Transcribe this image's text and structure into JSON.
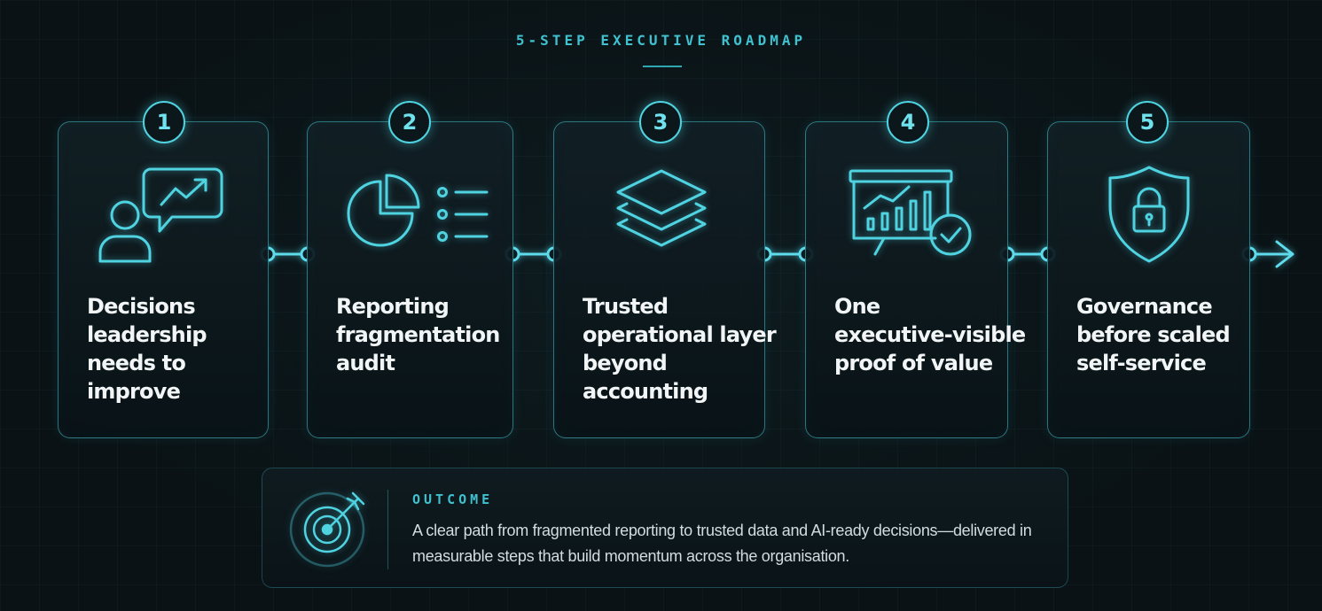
{
  "header": {
    "title": "5-STEP EXECUTIVE ROADMAP"
  },
  "steps": [
    {
      "number": "1",
      "icon": "person-chart-speech-icon",
      "lines": [
        "Decisions",
        "leadership",
        "needs to",
        "improve"
      ]
    },
    {
      "number": "2",
      "icon": "pie-chart-list-icon",
      "lines": [
        "Reporting",
        "fragmentation",
        "audit"
      ]
    },
    {
      "number": "3",
      "icon": "layers-icon",
      "lines": [
        "Trusted",
        "operational layer",
        "beyond",
        "accounting"
      ]
    },
    {
      "number": "4",
      "icon": "presentation-chart-check-icon",
      "lines": [
        "One",
        "executive-visible",
        "proof of value"
      ]
    },
    {
      "number": "5",
      "icon": "shield-lock-icon",
      "lines": [
        "Governance",
        "before scaled",
        "self-service"
      ]
    }
  ],
  "outcome": {
    "title": "OUTCOME",
    "icon": "target-arrow-icon",
    "text": "A clear path from fragmented reporting to trusted data and AI-ready decisions—delivered in measurable steps that build momentum across the organisation."
  },
  "colors": {
    "accent": "#4fd3e1",
    "title_accent": "#3fc1d0",
    "background": "#0a1215",
    "text": "#f1f5f6"
  }
}
